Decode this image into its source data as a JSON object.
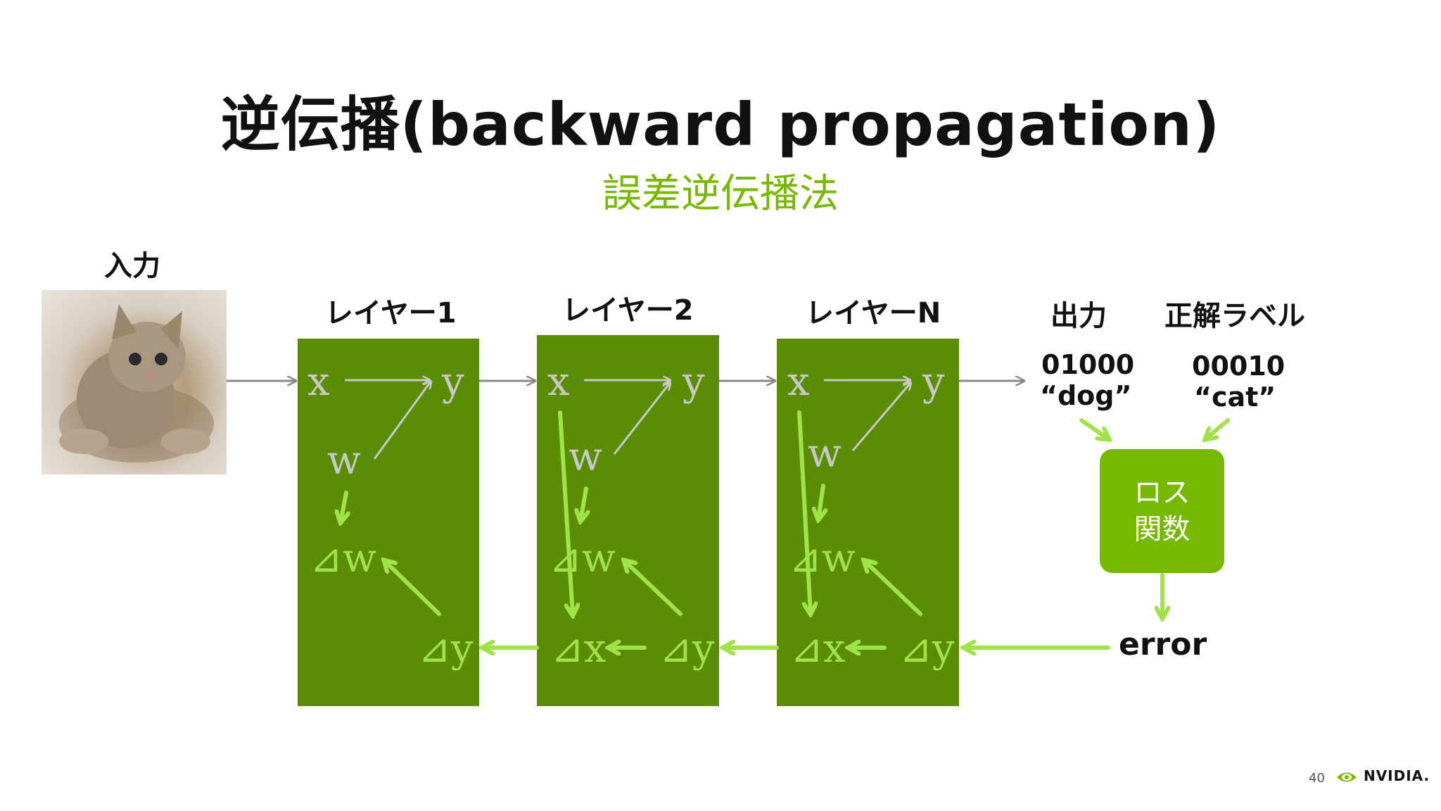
{
  "title": "逆伝播(backward propagation)",
  "subtitle": "誤差逆伝播法",
  "input_label": "入力",
  "layers": [
    {
      "label": "レイヤー1"
    },
    {
      "label": "レイヤー2"
    },
    {
      "label": "レイヤーN"
    }
  ],
  "symbols": {
    "x": "x",
    "y": "y",
    "w": "w",
    "dw": "⊿w",
    "dy": "⊿y",
    "dx": "⊿x"
  },
  "output": {
    "label": "出力",
    "value": "01000",
    "text": "“dog”"
  },
  "truth": {
    "label": "正解ラベル",
    "value": "00010",
    "text": "“cat”"
  },
  "loss": {
    "line1": "ロス",
    "line2": "関数"
  },
  "error_label": "error",
  "footer": {
    "page": "40",
    "brand": "NVIDIA."
  },
  "colors": {
    "layer": "#5a8d03",
    "accent": "#76b900",
    "arrow_light": "#9fe24a",
    "arrow_gray": "#c8c8c8"
  }
}
